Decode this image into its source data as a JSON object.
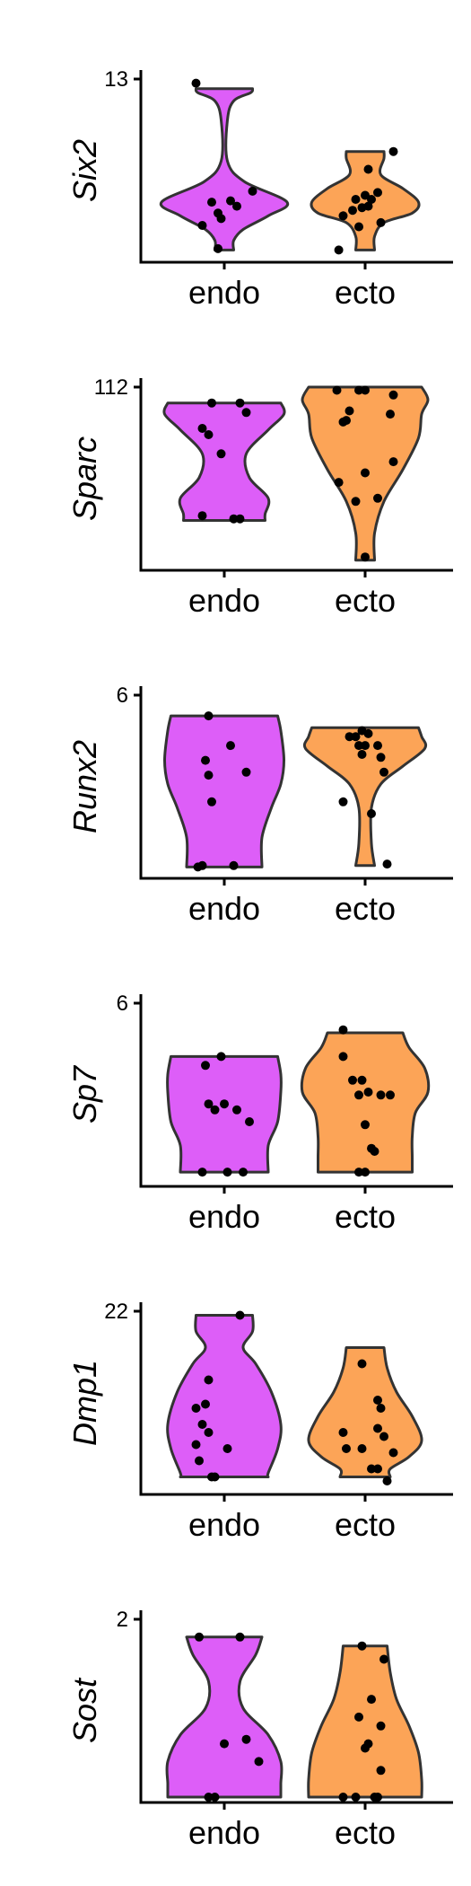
{
  "colors": {
    "endo": "#dd5ef8",
    "ecto": "#fca457",
    "outline": "#333333",
    "point": "#000000",
    "axis": "#000000"
  },
  "categories": [
    "endo",
    "ecto"
  ],
  "chart_data": [
    {
      "type": "violin",
      "ylabel": "Six2",
      "ylim": [
        0,
        13
      ],
      "yticks": [
        13
      ],
      "categories": [
        "endo",
        "ecto"
      ],
      "violins": [
        {
          "name": "endo",
          "max": 12.3,
          "min": 0.5,
          "width_profile": [
            [
              12.3,
              0.45
            ],
            [
              12.0,
              0.42
            ],
            [
              11.4,
              0.15
            ],
            [
              10.0,
              0.05
            ],
            [
              7.0,
              0.05
            ],
            [
              5.5,
              0.32
            ],
            [
              4.0,
              1.0
            ],
            [
              3.0,
              0.7
            ],
            [
              2.0,
              0.3
            ],
            [
              1.2,
              0.15
            ],
            [
              0.5,
              0.15
            ]
          ],
          "points": [
            [
              -0.45,
              12.7
            ],
            [
              -0.35,
              2.3
            ],
            [
              -0.2,
              4.0
            ],
            [
              -0.1,
              3.2
            ],
            [
              -0.05,
              2.8
            ],
            [
              0.1,
              4.1
            ],
            [
              0.2,
              3.7
            ],
            [
              0.45,
              4.8
            ],
            [
              -0.1,
              0.6
            ]
          ]
        },
        {
          "name": "ecto",
          "max": 7.7,
          "min": 0.5,
          "width_profile": [
            [
              7.7,
              0.3
            ],
            [
              7.2,
              0.3
            ],
            [
              6.0,
              0.25
            ],
            [
              5.0,
              0.6
            ],
            [
              4.0,
              0.85
            ],
            [
              3.2,
              0.75
            ],
            [
              2.5,
              0.3
            ],
            [
              1.5,
              0.15
            ],
            [
              0.5,
              0.15
            ]
          ],
          "points": [
            [
              -0.42,
              0.5
            ],
            [
              -0.35,
              3.0
            ],
            [
              -0.2,
              3.4
            ],
            [
              -0.15,
              4.2
            ],
            [
              -0.05,
              3.6
            ],
            [
              0.0,
              4.5
            ],
            [
              0.05,
              3.7
            ],
            [
              0.05,
              6.4
            ],
            [
              0.1,
              4.2
            ],
            [
              0.2,
              4.7
            ],
            [
              0.25,
              2.5
            ],
            [
              0.45,
              7.7
            ],
            [
              -0.1,
              2.2
            ]
          ]
        }
      ]
    },
    {
      "type": "violin",
      "ylabel": "Sparc",
      "ylim": [
        0,
        112
      ],
      "yticks": [
        112
      ],
      "categories": [
        "endo",
        "ecto"
      ],
      "violins": [
        {
          "name": "endo",
          "max": 102,
          "min": 28,
          "width_profile": [
            [
              102,
              0.9
            ],
            [
              95,
              0.95
            ],
            [
              85,
              0.7
            ],
            [
              70,
              0.35
            ],
            [
              55,
              0.4
            ],
            [
              42,
              0.7
            ],
            [
              32,
              0.65
            ],
            [
              28,
              0.65
            ]
          ],
          "points": [
            [
              -0.35,
              31
            ],
            [
              -0.35,
              86
            ],
            [
              -0.25,
              82
            ],
            [
              -0.2,
              102
            ],
            [
              -0.05,
              70
            ],
            [
              0.15,
              29
            ],
            [
              0.25,
              29
            ],
            [
              0.25,
              102
            ],
            [
              0.35,
              96
            ]
          ]
        },
        {
          "name": "ecto",
          "max": 112,
          "min": 3,
          "width_profile": [
            [
              112,
              0.9
            ],
            [
              104,
              1.0
            ],
            [
              95,
              0.9
            ],
            [
              80,
              0.85
            ],
            [
              60,
              0.6
            ],
            [
              40,
              0.3
            ],
            [
              20,
              0.15
            ],
            [
              3,
              0.15
            ]
          ],
          "points": [
            [
              -0.42,
              52
            ],
            [
              -0.35,
              90
            ],
            [
              -0.3,
              91
            ],
            [
              -0.25,
              97
            ],
            [
              -0.1,
              110
            ],
            [
              -0.15,
              40
            ],
            [
              0.0,
              110
            ],
            [
              0.0,
              58
            ],
            [
              0.0,
              5
            ],
            [
              0.2,
              42
            ],
            [
              0.4,
              95
            ],
            [
              0.45,
              107
            ],
            [
              0.45,
              65
            ],
            [
              -0.45,
              110
            ]
          ]
        }
      ]
    },
    {
      "type": "violin",
      "ylabel": "Runx2",
      "ylim": [
        0,
        6
      ],
      "yticks": [
        6
      ],
      "categories": [
        "endo",
        "ecto"
      ],
      "violins": [
        {
          "name": "endo",
          "max": 5.3,
          "min": 0.2,
          "width_profile": [
            [
              5.3,
              0.85
            ],
            [
              4.8,
              0.9
            ],
            [
              3.8,
              0.95
            ],
            [
              3.0,
              0.9
            ],
            [
              2.2,
              0.75
            ],
            [
              1.2,
              0.6
            ],
            [
              0.2,
              0.6
            ]
          ],
          "points": [
            [
              -0.42,
              0.2
            ],
            [
              -0.35,
              0.25
            ],
            [
              -0.3,
              3.8
            ],
            [
              -0.25,
              3.3
            ],
            [
              -0.2,
              2.4
            ],
            [
              -0.25,
              5.3
            ],
            [
              0.1,
              4.3
            ],
            [
              0.15,
              0.25
            ],
            [
              0.35,
              3.4
            ]
          ]
        },
        {
          "name": "ecto",
          "max": 4.9,
          "min": 0.25,
          "width_profile": [
            [
              4.9,
              0.85
            ],
            [
              4.6,
              0.9
            ],
            [
              4.2,
              0.95
            ],
            [
              3.6,
              0.6
            ],
            [
              3.0,
              0.25
            ],
            [
              2.2,
              0.1
            ],
            [
              1.0,
              0.1
            ],
            [
              0.25,
              0.15
            ]
          ],
          "points": [
            [
              -0.35,
              2.4
            ],
            [
              -0.25,
              4.6
            ],
            [
              -0.15,
              4.6
            ],
            [
              -0.1,
              4.3
            ],
            [
              -0.05,
              4.0
            ],
            [
              -0.05,
              4.8
            ],
            [
              0.0,
              4.3
            ],
            [
              0.05,
              4.7
            ],
            [
              0.1,
              2.0
            ],
            [
              0.2,
              4.3
            ],
            [
              0.25,
              3.9
            ],
            [
              0.3,
              3.4
            ],
            [
              0.35,
              0.3
            ]
          ]
        }
      ]
    },
    {
      "type": "violin",
      "ylabel": "Sp7",
      "ylim": [
        0,
        6
      ],
      "yticks": [
        6
      ],
      "categories": [
        "endo",
        "ecto"
      ],
      "violins": [
        {
          "name": "endo",
          "max": 4.2,
          "min": 0.3,
          "width_profile": [
            [
              4.2,
              0.85
            ],
            [
              3.6,
              0.9
            ],
            [
              3.0,
              0.9
            ],
            [
              2.0,
              0.85
            ],
            [
              1.2,
              0.7
            ],
            [
              0.3,
              0.7
            ]
          ],
          "points": [
            [
              -0.35,
              0.3
            ],
            [
              -0.3,
              3.9
            ],
            [
              -0.25,
              2.6
            ],
            [
              -0.15,
              2.4
            ],
            [
              -0.05,
              4.2
            ],
            [
              0.0,
              2.6
            ],
            [
              0.05,
              0.3
            ],
            [
              0.2,
              2.4
            ],
            [
              0.4,
              2.0
            ],
            [
              0.3,
              0.3
            ]
          ]
        },
        {
          "name": "ecto",
          "max": 5.0,
          "min": 0.3,
          "width_profile": [
            [
              5.0,
              0.6
            ],
            [
              4.5,
              0.7
            ],
            [
              3.8,
              0.95
            ],
            [
              3.0,
              1.0
            ],
            [
              2.3,
              0.8
            ],
            [
              1.5,
              0.75
            ],
            [
              0.8,
              0.75
            ],
            [
              0.3,
              0.75
            ]
          ],
          "points": [
            [
              -0.35,
              5.1
            ],
            [
              -0.35,
              4.2
            ],
            [
              -0.2,
              3.4
            ],
            [
              -0.1,
              2.9
            ],
            [
              -0.05,
              3.4
            ],
            [
              0.0,
              1.9
            ],
            [
              0.05,
              3.0
            ],
            [
              0.1,
              1.1
            ],
            [
              0.15,
              1.0
            ],
            [
              0.25,
              2.9
            ],
            [
              0.4,
              2.9
            ],
            [
              -0.1,
              0.3
            ],
            [
              0.0,
              0.3
            ]
          ]
        }
      ]
    },
    {
      "type": "violin",
      "ylabel": "Dmp1",
      "ylim": [
        0,
        22
      ],
      "yticks": [
        22
      ],
      "categories": [
        "endo",
        "ecto"
      ],
      "violins": [
        {
          "name": "endo",
          "max": 21.5,
          "min": 1.5,
          "width_profile": [
            [
              21.5,
              0.45
            ],
            [
              19.5,
              0.45
            ],
            [
              17.5,
              0.3
            ],
            [
              15.5,
              0.5
            ],
            [
              12.0,
              0.75
            ],
            [
              8.0,
              0.9
            ],
            [
              5.0,
              0.85
            ],
            [
              2.0,
              0.7
            ],
            [
              1.5,
              0.7
            ]
          ],
          "points": [
            [
              -0.45,
              5.5
            ],
            [
              -0.45,
              10.0
            ],
            [
              -0.35,
              8.0
            ],
            [
              -0.3,
              10.5
            ],
            [
              -0.25,
              13.5
            ],
            [
              -0.25,
              7.0
            ],
            [
              -0.2,
              1.5
            ],
            [
              -0.15,
              1.5
            ],
            [
              0.05,
              5.0
            ],
            [
              0.25,
              21.5
            ],
            [
              -0.4,
              3.5
            ]
          ]
        },
        {
          "name": "ecto",
          "max": 17.5,
          "min": 1.5,
          "width_profile": [
            [
              17.5,
              0.3
            ],
            [
              15.0,
              0.35
            ],
            [
              12.0,
              0.5
            ],
            [
              9.0,
              0.75
            ],
            [
              6.0,
              0.9
            ],
            [
              4.0,
              0.7
            ],
            [
              2.5,
              0.4
            ],
            [
              1.5,
              0.4
            ]
          ],
          "points": [
            [
              -0.35,
              7.0
            ],
            [
              -0.3,
              5.0
            ],
            [
              -0.05,
              15.5
            ],
            [
              -0.05,
              5.0
            ],
            [
              0.1,
              2.5
            ],
            [
              0.2,
              7.5
            ],
            [
              0.2,
              11.0
            ],
            [
              0.25,
              10.0
            ],
            [
              0.3,
              6.5
            ],
            [
              0.35,
              1.0
            ],
            [
              0.45,
              4.5
            ],
            [
              0.2,
              2.5
            ]
          ]
        }
      ]
    },
    {
      "type": "violin",
      "ylabel": "Sost",
      "ylim": [
        0,
        2
      ],
      "yticks": [
        2
      ],
      "categories": [
        "endo",
        "ecto"
      ],
      "violins": [
        {
          "name": "endo",
          "max": 1.8,
          "min": 0.0,
          "width_profile": [
            [
              1.8,
              0.6
            ],
            [
              1.6,
              0.5
            ],
            [
              1.3,
              0.25
            ],
            [
              1.0,
              0.3
            ],
            [
              0.7,
              0.7
            ],
            [
              0.4,
              0.9
            ],
            [
              0.15,
              0.9
            ],
            [
              0.0,
              0.9
            ]
          ],
          "points": [
            [
              -0.4,
              1.8
            ],
            [
              -0.25,
              0.0
            ],
            [
              -0.15,
              0.0
            ],
            [
              0.0,
              0.6
            ],
            [
              0.25,
              1.8
            ],
            [
              0.35,
              0.65
            ],
            [
              0.55,
              0.4
            ]
          ]
        },
        {
          "name": "ecto",
          "max": 1.7,
          "min": 0.0,
          "width_profile": [
            [
              1.7,
              0.35
            ],
            [
              1.4,
              0.4
            ],
            [
              1.1,
              0.5
            ],
            [
              0.8,
              0.7
            ],
            [
              0.5,
              0.85
            ],
            [
              0.2,
              0.9
            ],
            [
              0.0,
              0.9
            ]
          ],
          "points": [
            [
              -0.35,
              0.0
            ],
            [
              -0.15,
              0.0
            ],
            [
              -0.1,
              0.9
            ],
            [
              -0.05,
              1.7
            ],
            [
              0.0,
              0.55
            ],
            [
              0.05,
              0.6
            ],
            [
              0.1,
              1.1
            ],
            [
              0.15,
              0.0
            ],
            [
              0.2,
              0.0
            ],
            [
              0.25,
              0.3
            ],
            [
              0.25,
              0.8
            ],
            [
              0.3,
              1.55
            ]
          ]
        }
      ]
    }
  ]
}
